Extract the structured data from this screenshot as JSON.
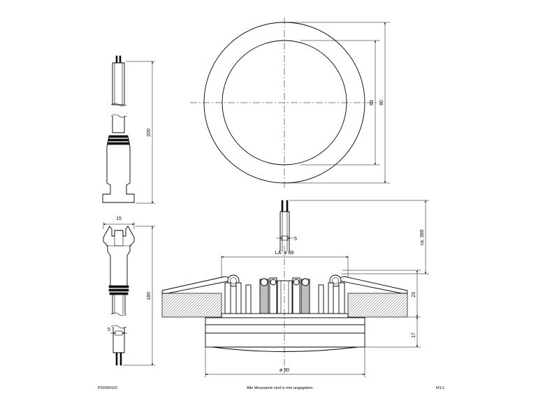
{
  "dimensions": {
    "inner_diameter": "63",
    "outer_diameter": "80",
    "cable_length": "200",
    "connector_width": "15",
    "connector_length": "180",
    "lead_width_connector": "5",
    "lead_width_lamp": "5",
    "cutout": "LA: ø 68",
    "cable_total": "ca. 380",
    "install_depth": "23",
    "housing_height": "17",
    "front_diameter": "ø 80"
  },
  "footer": {
    "part_number": "P02060102",
    "note": "Alle Messwerte sind in mm angegeben.",
    "scale": "M1:1"
  }
}
